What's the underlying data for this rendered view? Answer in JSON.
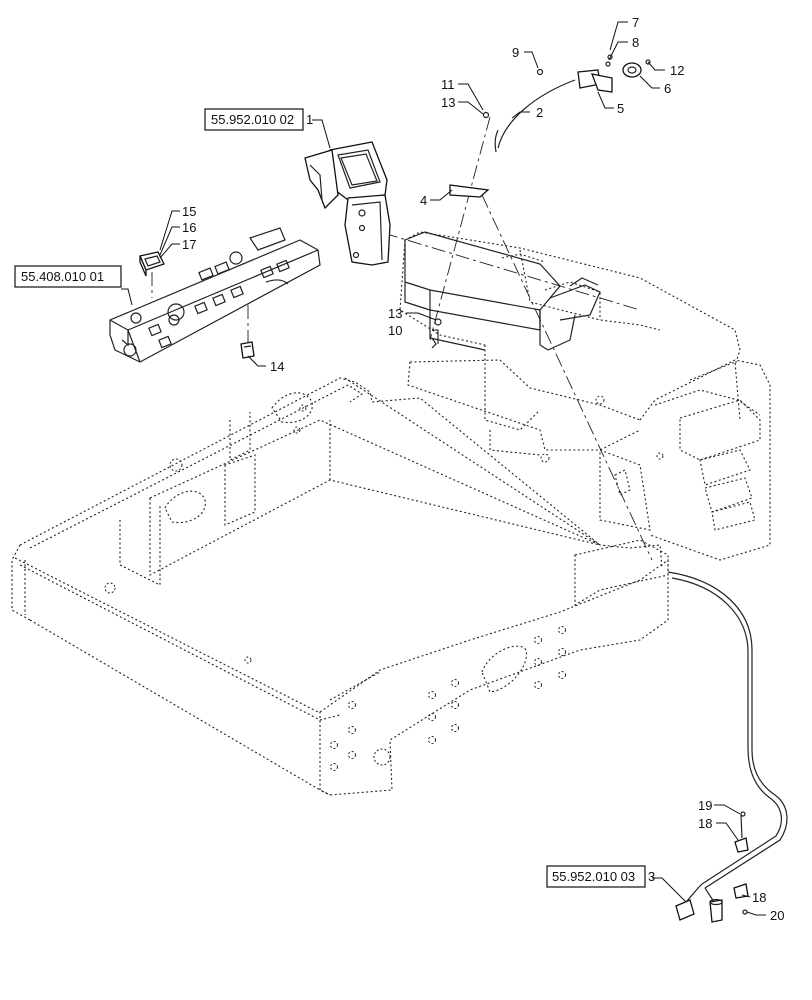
{
  "references": [
    {
      "id": "ref-1",
      "text": "55.952.010 02"
    },
    {
      "id": "ref-2",
      "text": "55.408.010 01"
    },
    {
      "id": "ref-3",
      "text": "55.952.010 03"
    }
  ],
  "callouts": [
    "1",
    "2",
    "3",
    "4",
    "5",
    "6",
    "7",
    "8",
    "9",
    "10",
    "11",
    "12",
    "13",
    "13",
    "14",
    "15",
    "16",
    "17",
    "18",
    "18",
    "19",
    "20"
  ]
}
